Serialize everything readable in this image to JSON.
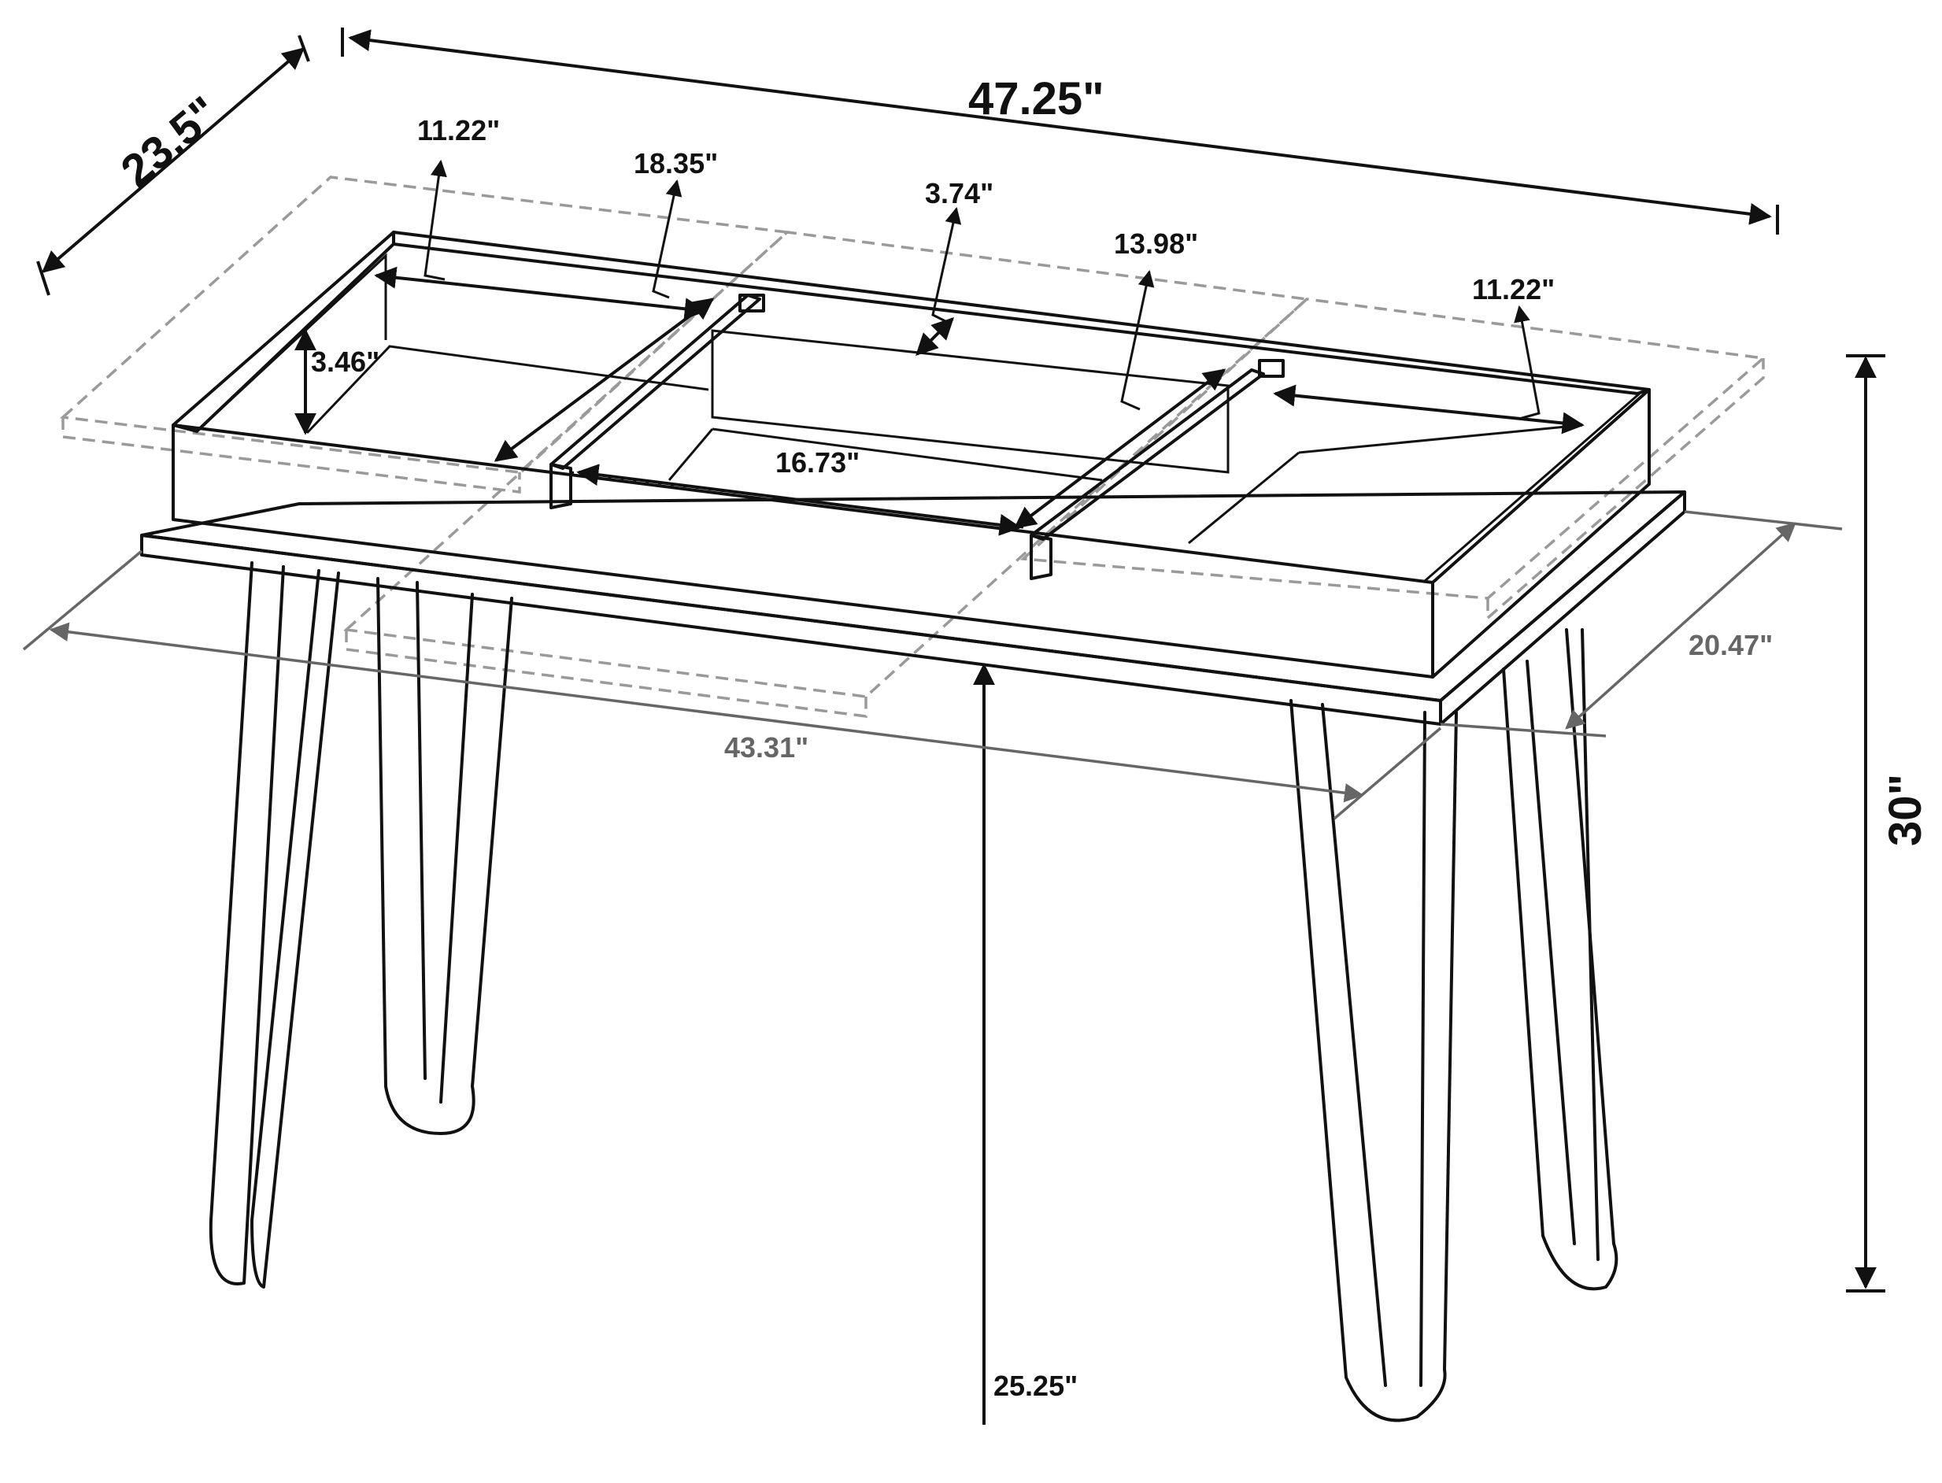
{
  "dimensions": {
    "overall_width": "47.25\"",
    "overall_depth": "23.5\"",
    "overall_height": "30\"",
    "leg_height": "25.25\"",
    "inner_width": "43.31\"",
    "inner_depth": "20.47\"",
    "left_compartment_width": "11.22\"",
    "right_compartment_width": "11.22\"",
    "center_compartment_depth": "18.35\"",
    "center_back_panel_depth": "3.74\"",
    "right_divider_depth": "13.98\"",
    "center_compartment_width": "16.73\"",
    "tray_height": "3.46\""
  }
}
